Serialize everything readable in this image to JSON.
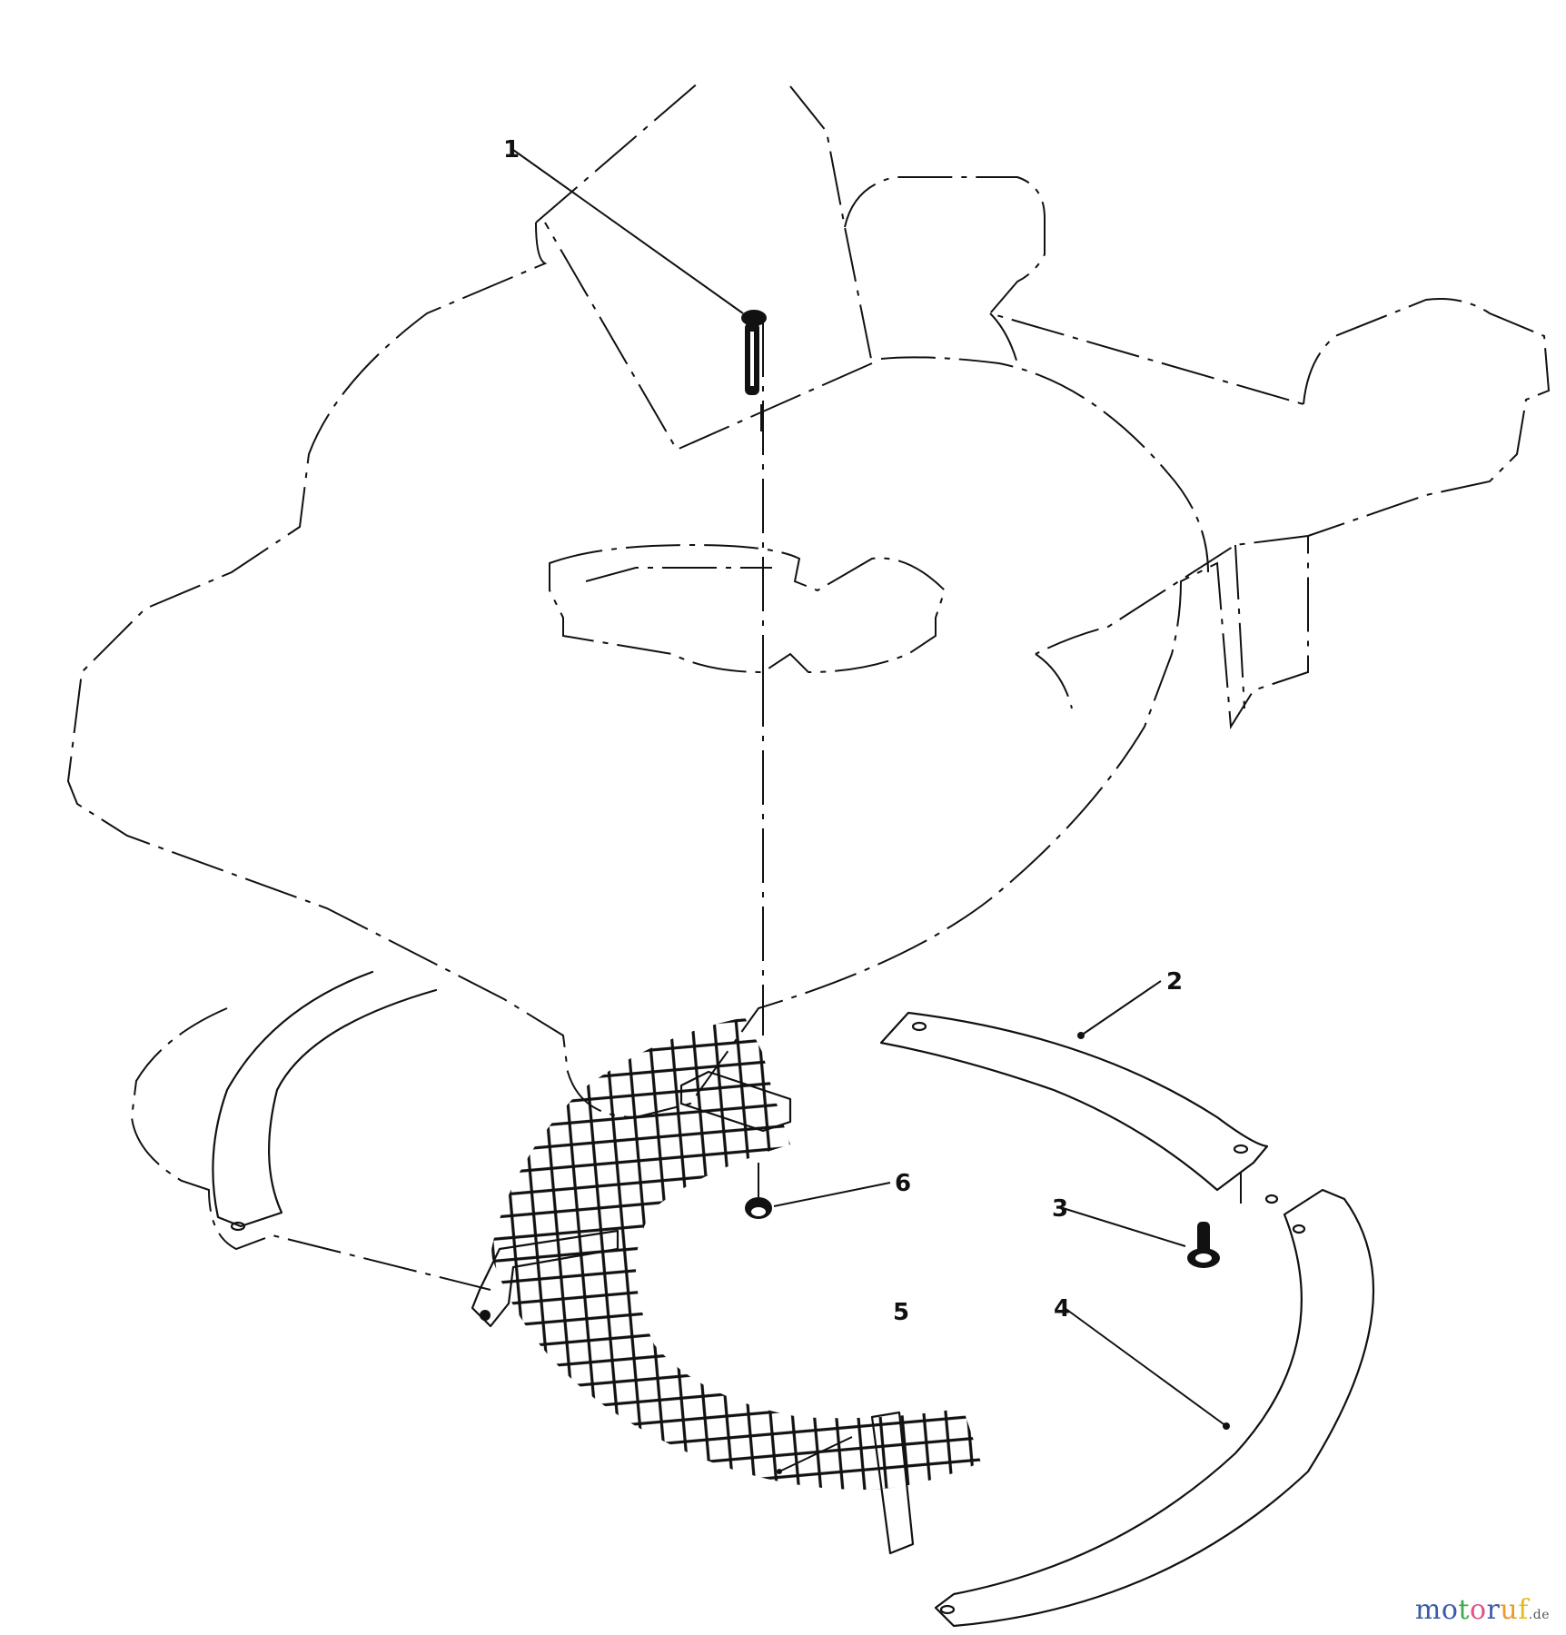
{
  "diagram": {
    "type": "exploded parts diagram",
    "subject": "Lawn mower deck with grass deflector / screen assembly",
    "callouts": [
      {
        "id": "1",
        "label": "1",
        "part": "bolt (top of deck)"
      },
      {
        "id": "2",
        "label": "2",
        "part": "curved deflector plate"
      },
      {
        "id": "3",
        "label": "3",
        "part": "screw with washer"
      },
      {
        "id": "4",
        "label": "4",
        "part": "curved guard strip"
      },
      {
        "id": "5",
        "label": "5",
        "part": "wire mesh screen with brackets"
      },
      {
        "id": "6",
        "label": "6",
        "part": "nut"
      }
    ]
  },
  "watermark": {
    "letters": [
      {
        "ch": "m",
        "color": "#3b5ba9"
      },
      {
        "ch": "o",
        "color": "#3b5ba9"
      },
      {
        "ch": "t",
        "color": "#3fa64a"
      },
      {
        "ch": "o",
        "color": "#e0528b"
      },
      {
        "ch": "r",
        "color": "#3b5ba9"
      },
      {
        "ch": "u",
        "color": "#e89a2a"
      },
      {
        "ch": "f",
        "color": "#e6b820"
      }
    ],
    "tld": ".de"
  }
}
